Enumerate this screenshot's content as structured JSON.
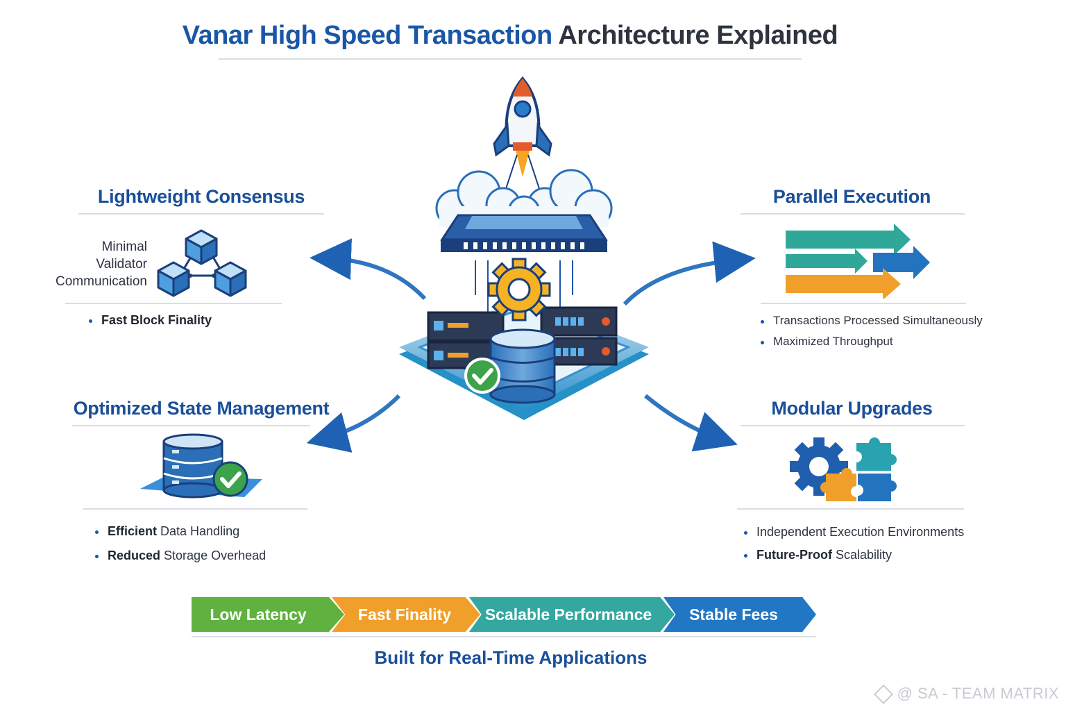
{
  "title": {
    "part1": "Vanar High Speed Transaction",
    "part2": "Architecture Explained"
  },
  "sections": {
    "consensus": {
      "title": "Lightweight Consensus",
      "label_lines": [
        "Minimal",
        "Validator",
        "Communication"
      ],
      "bullets": [
        {
          "bold": "Fast Block Finality",
          "rest": ""
        }
      ]
    },
    "parallel": {
      "title": "Parallel Execution",
      "bullets": [
        {
          "bold": "",
          "rest": "Transactions Processed Simultaneously"
        },
        {
          "bold": "",
          "rest": "Maximized Throughput"
        }
      ]
    },
    "state": {
      "title": "Optimized State Management",
      "bullets": [
        {
          "bold": "Efficient",
          "rest": " Data Handling"
        },
        {
          "bold": "Reduced",
          "rest": " Storage Overhead"
        }
      ]
    },
    "modular": {
      "title": "Modular Upgrades",
      "bullets": [
        {
          "bold": "",
          "rest": "Independent Execution Environments"
        },
        {
          "bold": "Future-Proof",
          "rest": " Scalability"
        }
      ]
    }
  },
  "stages": [
    {
      "label": "Low Latency",
      "color": "#5fb23f"
    },
    {
      "label": "Fast Finality",
      "color": "#f0a02a"
    },
    {
      "label": "Scalable Performance",
      "color": "#34a8a0"
    },
    {
      "label": "Stable Fees",
      "color": "#2277c4"
    }
  ],
  "footer": {
    "tagline": "Built for Real-Time Applications",
    "watermark": "@ SA - TEAM MATRIX"
  },
  "icons": {
    "center": [
      "rocket-icon",
      "cloud-icon",
      "chip-icon",
      "gear-icon",
      "server-icon",
      "database-icon",
      "checkmark-icon"
    ],
    "consensus": "cube-network-icon",
    "parallel": "parallel-arrows-icon",
    "state": "database-check-icon",
    "modular": "gear-puzzle-icon"
  },
  "colors": {
    "brand_blue": "#1a56a6",
    "orange": "#f0a02a",
    "green": "#5fb23f",
    "teal": "#34a8a0"
  }
}
